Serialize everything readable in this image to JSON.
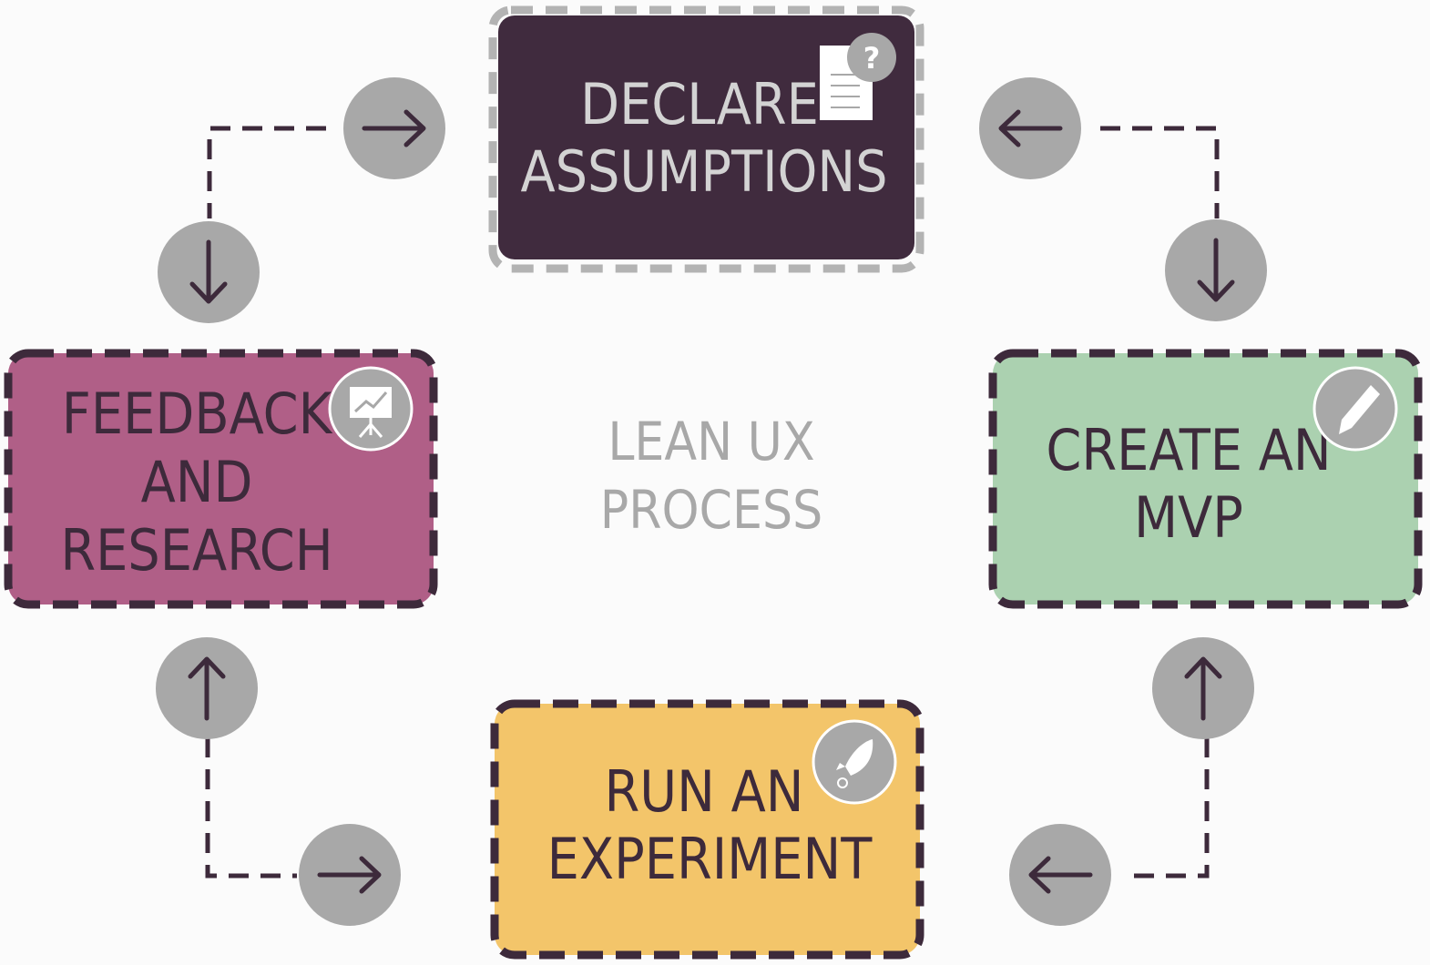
{
  "center_title": {
    "line1": "LEAN UX",
    "line2": "PROCESS"
  },
  "steps": {
    "declare": {
      "line1": "DECLARE",
      "line2": "ASSUMPTIONS",
      "fill": "#402b3e",
      "text_color": "#d3d3d3",
      "border_color": "#b3b3b3",
      "icon": "document-question-icon"
    },
    "mvp": {
      "line1": "CREATE AN",
      "line2": "MVP",
      "fill": "#abd1b0",
      "text_color": "#3d2a3b",
      "border_color": "#3d2a3b",
      "icon": "pencil-icon"
    },
    "experiment": {
      "line1": "RUN AN",
      "line2": "EXPERIMENT",
      "fill": "#f3c56a",
      "text_color": "#3d2a3b",
      "border_color": "#3d2a3b",
      "icon": "rocket-icon"
    },
    "feedback": {
      "line1": "FEEDBACK",
      "line2": "AND",
      "line3": "RESEARCH",
      "fill": "#b05f87",
      "text_color": "#3d2a3b",
      "border_color": "#3d2a3b",
      "icon": "presentation-chart-icon"
    }
  },
  "colors": {
    "arrow_circle": "#a8a8a8",
    "arrow_glyph": "#3d2a3b",
    "connector": "#3d2a3b",
    "center_text": "#a8a8a8"
  }
}
